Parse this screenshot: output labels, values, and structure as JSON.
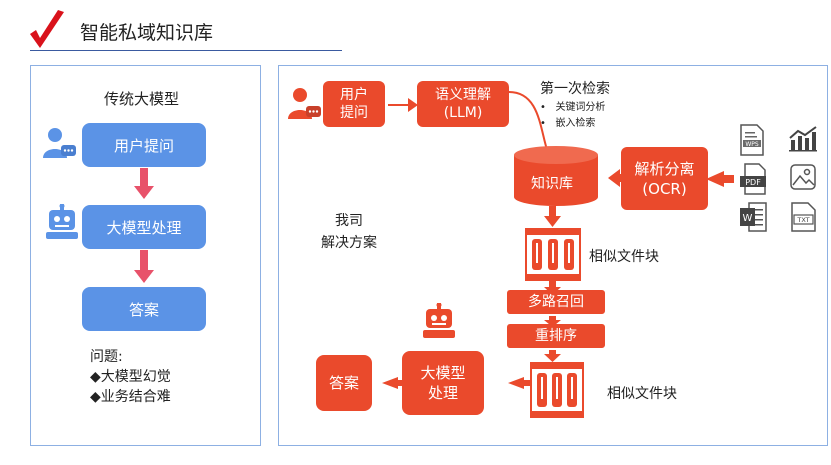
{
  "header": {
    "title": "智能私域知识库"
  },
  "left": {
    "heading": "传统大模型",
    "step1": "用户提问",
    "step2": "大模型处理",
    "step3": "答案",
    "issues_title": "问题:",
    "issue1": "◆大模型幻觉",
    "issue2": "◆业务结合难"
  },
  "right": {
    "user_q1": "用户",
    "user_q2": "提问",
    "semantic1": "语义理解",
    "semantic2": "(LLM)",
    "first_search": "第一次检索",
    "bullet1": "关键词分析",
    "bullet2": "嵌入检索",
    "kb": "知识库",
    "parse1": "解析分离",
    "parse2": "(OCR)",
    "solution1": "我司",
    "solution2": "解决方案",
    "chunks1": "相似文件块",
    "multi_recall": "多路召回",
    "rerank": "重排序",
    "llm1": "大模型",
    "llm2": "处理",
    "answer": "答案",
    "chunks2": "相似文件块",
    "file_icons": [
      "wps-file-icon",
      "pdf-file-icon",
      "word-file-icon",
      "chart-file-icon",
      "image-file-icon",
      "txt-file-icon"
    ]
  },
  "colors": {
    "blue": "#5b93e6",
    "red": "#ea4a2c",
    "arrow_pink": "#e8526a",
    "panel_border": "#8db0e3"
  }
}
